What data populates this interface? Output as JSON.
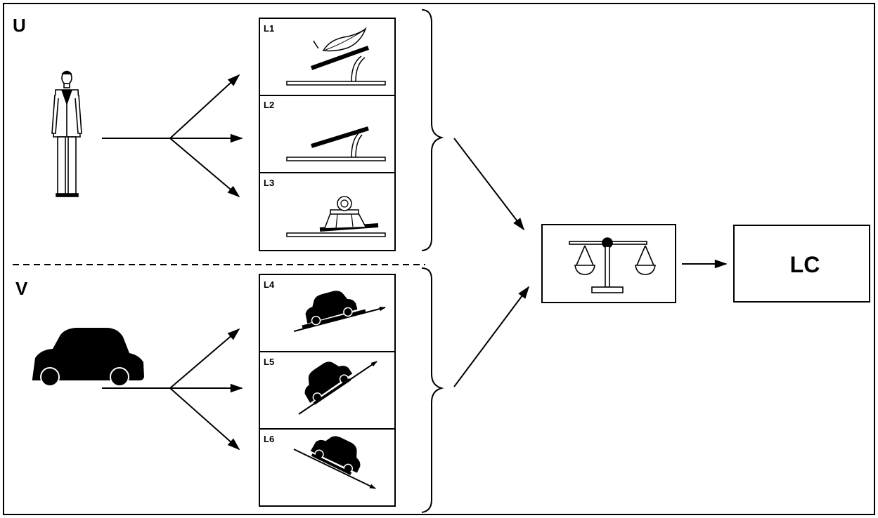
{
  "sections": {
    "user_label": "U",
    "vehicle_label": "V"
  },
  "panels": [
    {
      "label": "L1",
      "icon": "leaf-lever-icon"
    },
    {
      "label": "L2",
      "icon": "lever-icon"
    },
    {
      "label": "L3",
      "icon": "weighted-lever-icon"
    },
    {
      "label": "L4",
      "icon": "car-gentle-slope-icon"
    },
    {
      "label": "L5",
      "icon": "car-steep-uphill-icon"
    },
    {
      "label": "L6",
      "icon": "car-downhill-icon"
    }
  ],
  "icons": {
    "user": "person-icon",
    "vehicle": "car-icon",
    "balance": "scales-icon"
  },
  "result": {
    "label": "LC"
  }
}
